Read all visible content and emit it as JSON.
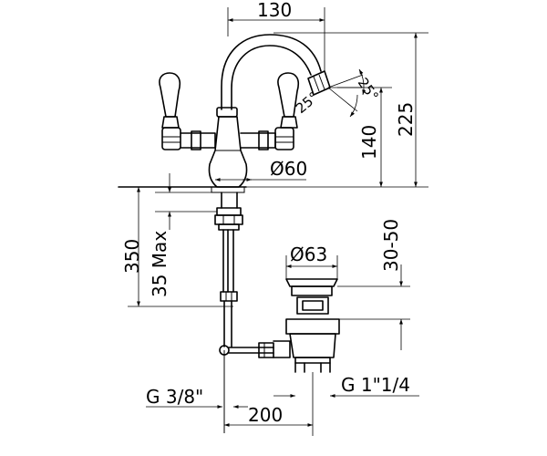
{
  "dimensions": {
    "width_130": "130",
    "height_225": "225",
    "height_140": "140",
    "angle_up": "25°",
    "angle_down": "25°",
    "dia_60": "Ø60",
    "height_350": "350",
    "max_35": "35 Max",
    "range_30_50": "30-50",
    "dia_63": "Ø63",
    "thread_left": "G 3/8\"",
    "thread_right": "G 1\"1/4",
    "width_200": "200"
  }
}
